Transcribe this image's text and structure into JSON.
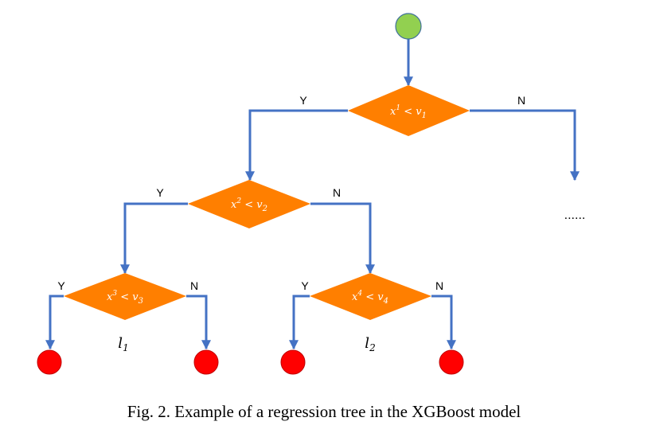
{
  "colors": {
    "edge": "#4472C4",
    "decision": "#FF7F00",
    "root": "#92D050",
    "leaf": "#FF0000"
  },
  "nodes": {
    "n1": {
      "var": "x",
      "index": "1",
      "threshold_var": "v",
      "threshold_index": "1"
    },
    "n2": {
      "var": "x",
      "index": "2",
      "threshold_var": "v",
      "threshold_index": "2"
    },
    "n3": {
      "var": "x",
      "index": "3",
      "threshold_var": "v",
      "threshold_index": "3"
    },
    "n4": {
      "var": "x",
      "index": "4",
      "threshold_var": "v",
      "threshold_index": "4"
    }
  },
  "branches": {
    "yes": "Y",
    "no": "N"
  },
  "leaf_labels": {
    "l1": {
      "name": "l",
      "index": "1"
    },
    "l2": {
      "name": "l",
      "index": "2"
    }
  },
  "continuation": "......",
  "caption": "Fig. 2.  Example of a regression tree in the XGBoost model"
}
